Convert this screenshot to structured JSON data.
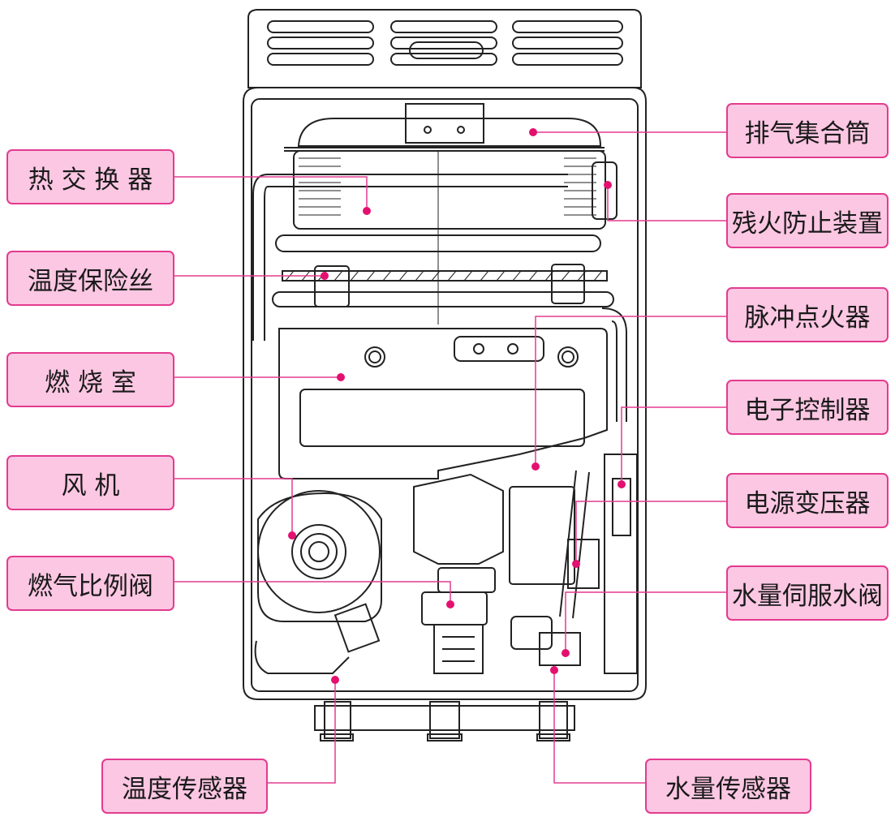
{
  "colors": {
    "label_fill": "#fcc7e3",
    "label_border": "#e33b8f",
    "leader_line": "#e33b8f",
    "line_art": "#222222",
    "marker_dot": "#e3106f"
  },
  "labels": {
    "exhaust_collector": "排气集合筒",
    "heat_exchanger": "热 交 换 器",
    "residual_fire_prevention": "残火防止装置",
    "temperature_fuse": "温度保险丝",
    "pulse_igniter": "脉冲点火器",
    "combustion_chamber": "燃   烧   室",
    "electronic_controller": "电子控制器",
    "fan": "风         机",
    "power_transformer": "电源变压器",
    "gas_proportional_valve": "燃气比例阀",
    "water_servo_valve": "水量伺服水阀",
    "temperature_sensor": "温度传感器",
    "water_flow_sensor": "水量传感器"
  }
}
